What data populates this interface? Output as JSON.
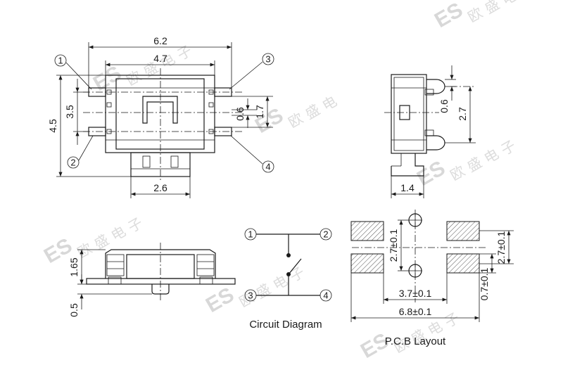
{
  "watermark": {
    "brand": "ES",
    "chars": [
      "欧",
      "盛",
      "电",
      "子"
    ]
  },
  "top_view": {
    "dims": {
      "overall_width": "6.2",
      "body_width": "4.7",
      "overall_height": "4.5",
      "pin_pitch": "3.5",
      "center_gap": "0.6",
      "stem_span": "1.7",
      "actuator_width": "2.6"
    },
    "pins": [
      "1",
      "2",
      "3",
      "4"
    ]
  },
  "side_view": {
    "dims": {
      "pin_height": "0.6",
      "pin_pitch": "2.7",
      "depth": "1.4"
    }
  },
  "front_view": {
    "dims": {
      "body_height": "1.65",
      "actuator_height": "0.5"
    }
  },
  "circuit": {
    "caption": "Circuit Diagram",
    "pins": [
      "1",
      "2",
      "3",
      "4"
    ]
  },
  "pcb": {
    "caption": "P.C.B Layout",
    "dims": {
      "pad_pitch_y": "2.7±0.1",
      "hole_pitch_y": "2.7±0.1",
      "pad_height": "0.7±0.1",
      "hole_pitch_x": "3.7±0.1",
      "overall_width": "6.8±0.1"
    }
  }
}
